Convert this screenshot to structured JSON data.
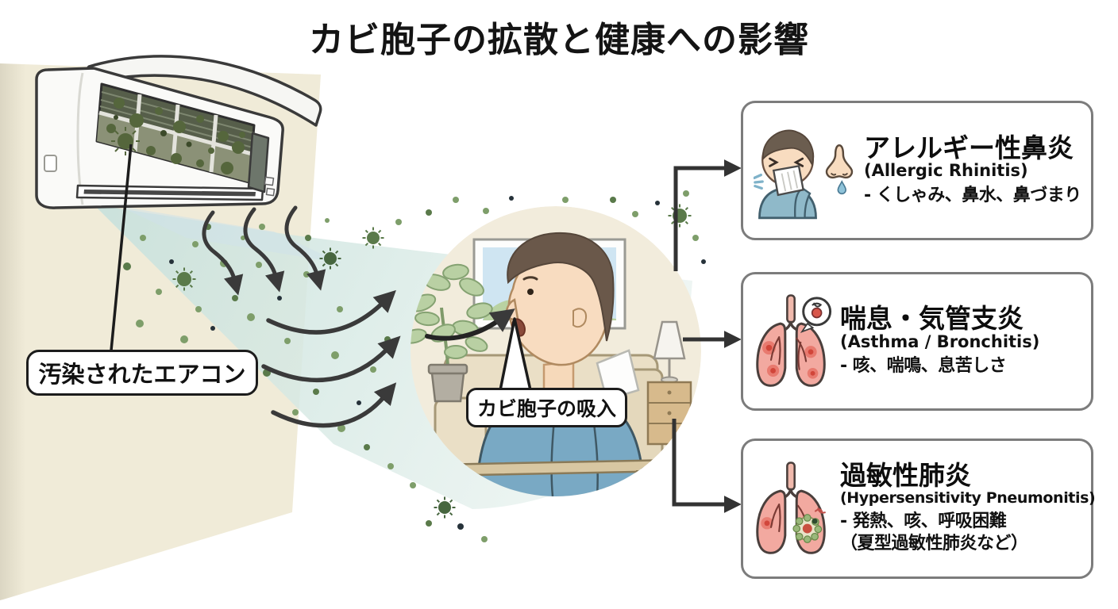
{
  "title": "カビ胞子の拡散と健康への影響",
  "source_label": "汚染されたエアコン",
  "inhalation_label": "カビ胞子の吸入",
  "effects": [
    {
      "title_jp": "アレルギー性鼻炎",
      "title_en": "(Allergic Rhinitis)",
      "symptoms": [
        "- くしゃみ、鼻水、鼻づまり"
      ],
      "icon": "sneezing-person-and-runny-nose"
    },
    {
      "title_jp": "喘息・気管支炎",
      "title_en": "(Asthma / Bronchitis)",
      "symptoms": [
        "- 咳、喘鳴、息苦しさ"
      ],
      "icon": "inflamed-lungs-with-bronchus-closeup"
    },
    {
      "title_jp": "過敏性肺炎",
      "title_en": "(Hypersensitivity Pneumonitis)",
      "symptoms": [
        "- 発熱、咳、呼吸困難",
        "（夏型過敏性肺炎など）"
      ],
      "icon": "lungs-with-mold-colony"
    }
  ],
  "colors": {
    "wall_beige": "#f0ebd8",
    "air_stream_teal": "#d2e5e0",
    "arrow_dark": "#3a3a3a",
    "box_border_gray": "#7c7c7c",
    "spore_green": "#5a7a4a",
    "lung_pink": "#f2a9a0",
    "shirt_blue": "#79a9c4"
  }
}
